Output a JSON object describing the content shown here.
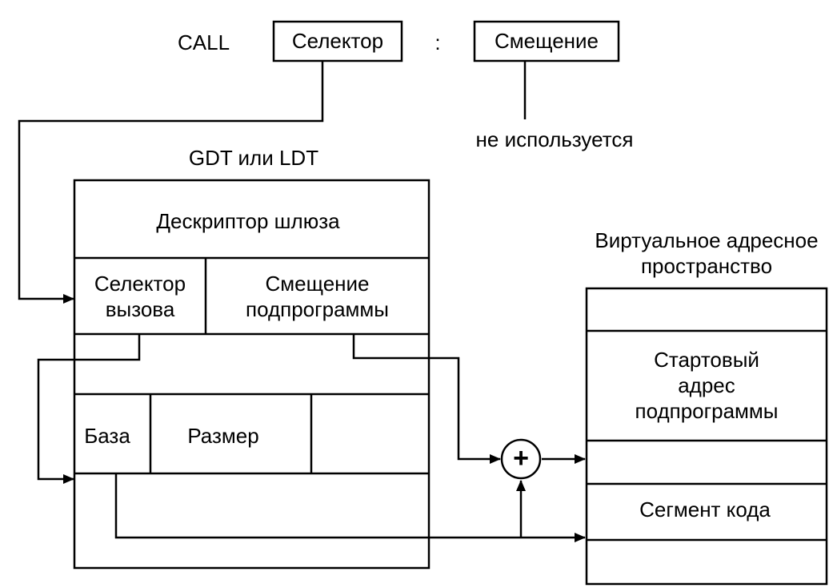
{
  "call": {
    "keyword": "CALL",
    "selector": "Селектор",
    "colon": ":",
    "offset": "Смещение",
    "unused_note": "не используется"
  },
  "table": {
    "title": "GDT или LDT",
    "gate_descriptor": "Дескриптор шлюза",
    "call_selector": [
      "Селектор",
      "вызова"
    ],
    "subroutine_offset": [
      "Смещение",
      "подпрограммы"
    ],
    "base": "База",
    "size": "Размер"
  },
  "vas": {
    "title": [
      "Виртуальное адресное",
      "пространство"
    ],
    "start_address": [
      "Стартовый",
      "адрес",
      "подпрограммы"
    ],
    "code_segment": "Сегмент кода"
  },
  "adder": {
    "symbol": "+"
  },
  "colors": {
    "stroke": "#000000",
    "background": "#ffffff"
  }
}
